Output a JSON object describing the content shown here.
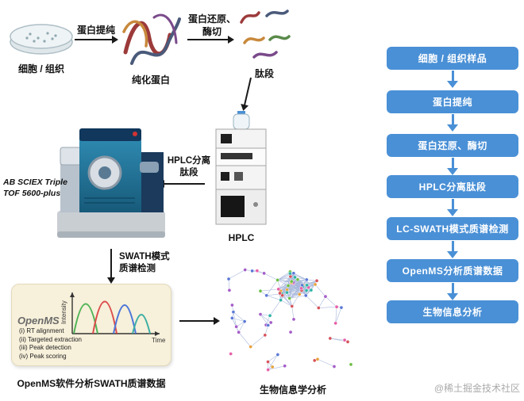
{
  "left": {
    "cell_label": "细胞 / 组织",
    "purify_arrow_label": "蛋白提纯",
    "protein_label": "纯化蛋白",
    "digest_arrow_label": "蛋白还原、\n酶切",
    "peptide_label": "肽段",
    "ms_name": "AB SCIEX Triple\nTOF 5600-plus",
    "hplc_arrow_label": "HPLC分离\n肽段",
    "hplc_label": "HPLC",
    "swath_arrow_label": "SWATH模式\n质谱检测",
    "openms": {
      "logo": "OpenMS",
      "y_axis": "Intensity",
      "x_axis": "Time",
      "items": [
        "(i)  RT alignment",
        "(ii)  Targeted extraction",
        "(iii) Peak detection",
        "(iv) Peak scoring"
      ]
    },
    "openms_caption": "OpenMS软件分析SWATH质谱数据",
    "network_caption": "生物信息学分析"
  },
  "flowchart": {
    "steps": [
      "细胞 / 组织样品",
      "蛋白提纯",
      "蛋白还原、酶切",
      "HPLC分离肽段",
      "LC-SWATH模式质谱检测",
      "OpenMS分析质谱数据",
      "生物信息分析"
    ]
  },
  "watermark": "@稀土掘金技术社区",
  "colors": {
    "flow_blue": "#4a90d6"
  }
}
